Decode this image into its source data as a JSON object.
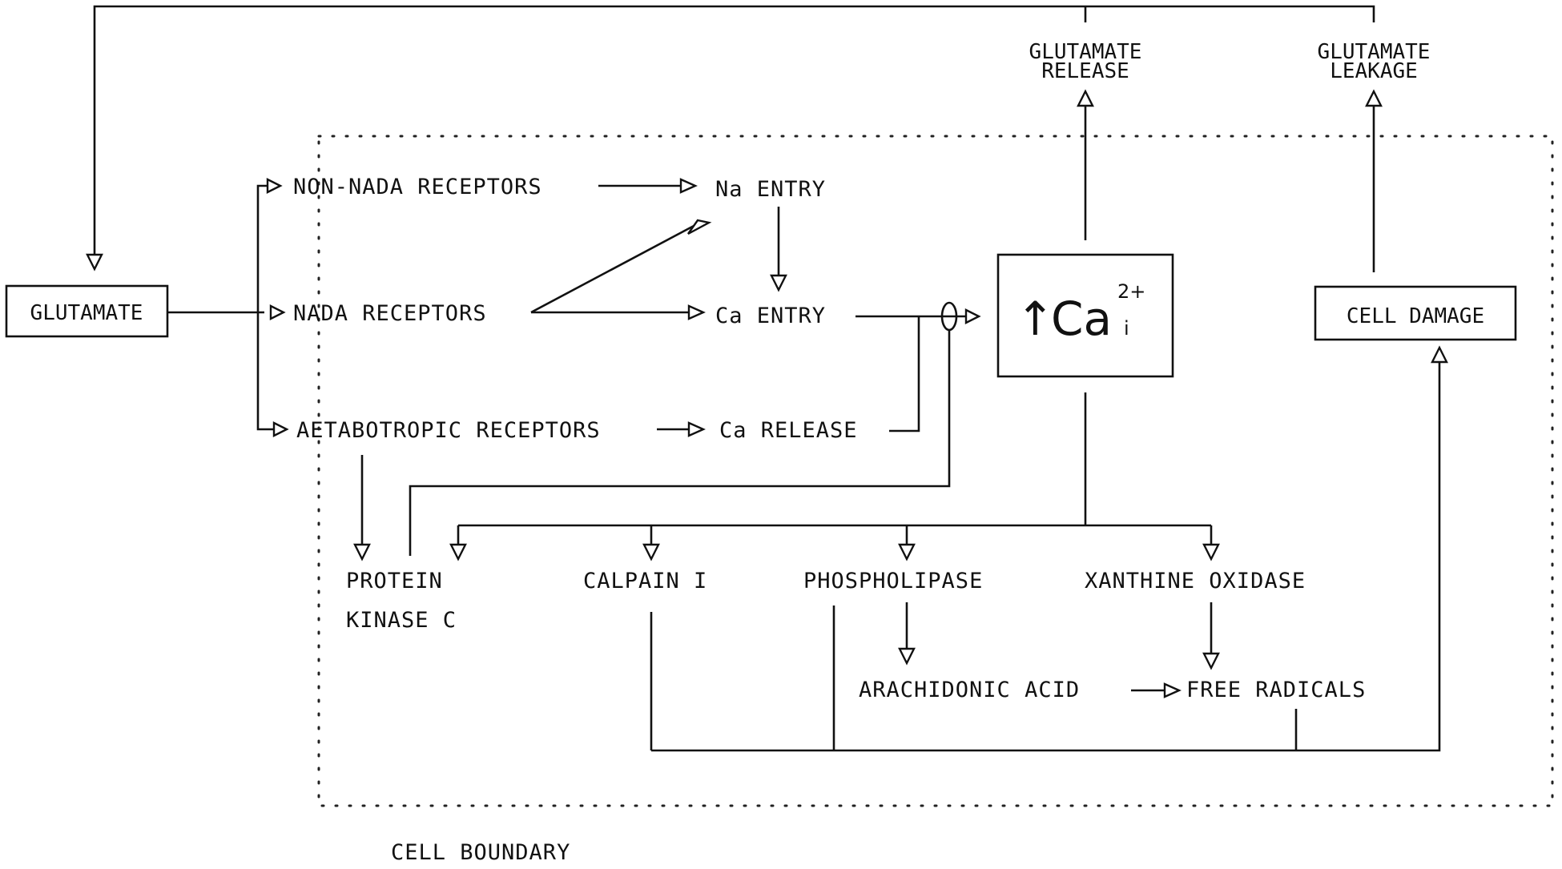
{
  "nodes": {
    "glutamate": "GLUTAMATE",
    "non_nmda_receptors": "NON-NADA RECEPTORS",
    "nmda_receptors": "NADA RECEPTORS",
    "metabotropic_receptors": "AETABOTROPIC RECEPTORS",
    "na_entry": "Na ENTRY",
    "ca_entry": "Ca ENTRY",
    "ca_release": "Ca RELEASE",
    "ca_arrow": "↑",
    "ca_main": "Ca",
    "ca_superscript": "2+",
    "ca_subscript": "i",
    "glutamate_release_line1": "GLUTAMATE",
    "glutamate_release_line2": "RELEASE",
    "glutamate_leakage_line1": "GLUTAMATE",
    "glutamate_leakage_line2": "LEAKAGE",
    "cell_damage": "CELL DAMAGE",
    "protein_kinase_line1": "PROTEIN",
    "protein_kinase_line2": "KINASE C",
    "calpain": "CALPAIN I",
    "phospholipase": "PHOSPHOLIPASE",
    "xanthine_oxidase": "XANTHINE OXIDASE",
    "arachidonic_acid": "ARACHIDONIC ACID",
    "free_radicals": "FREE RADICALS"
  },
  "cell_boundary_label": "CELL BOUNDARY"
}
